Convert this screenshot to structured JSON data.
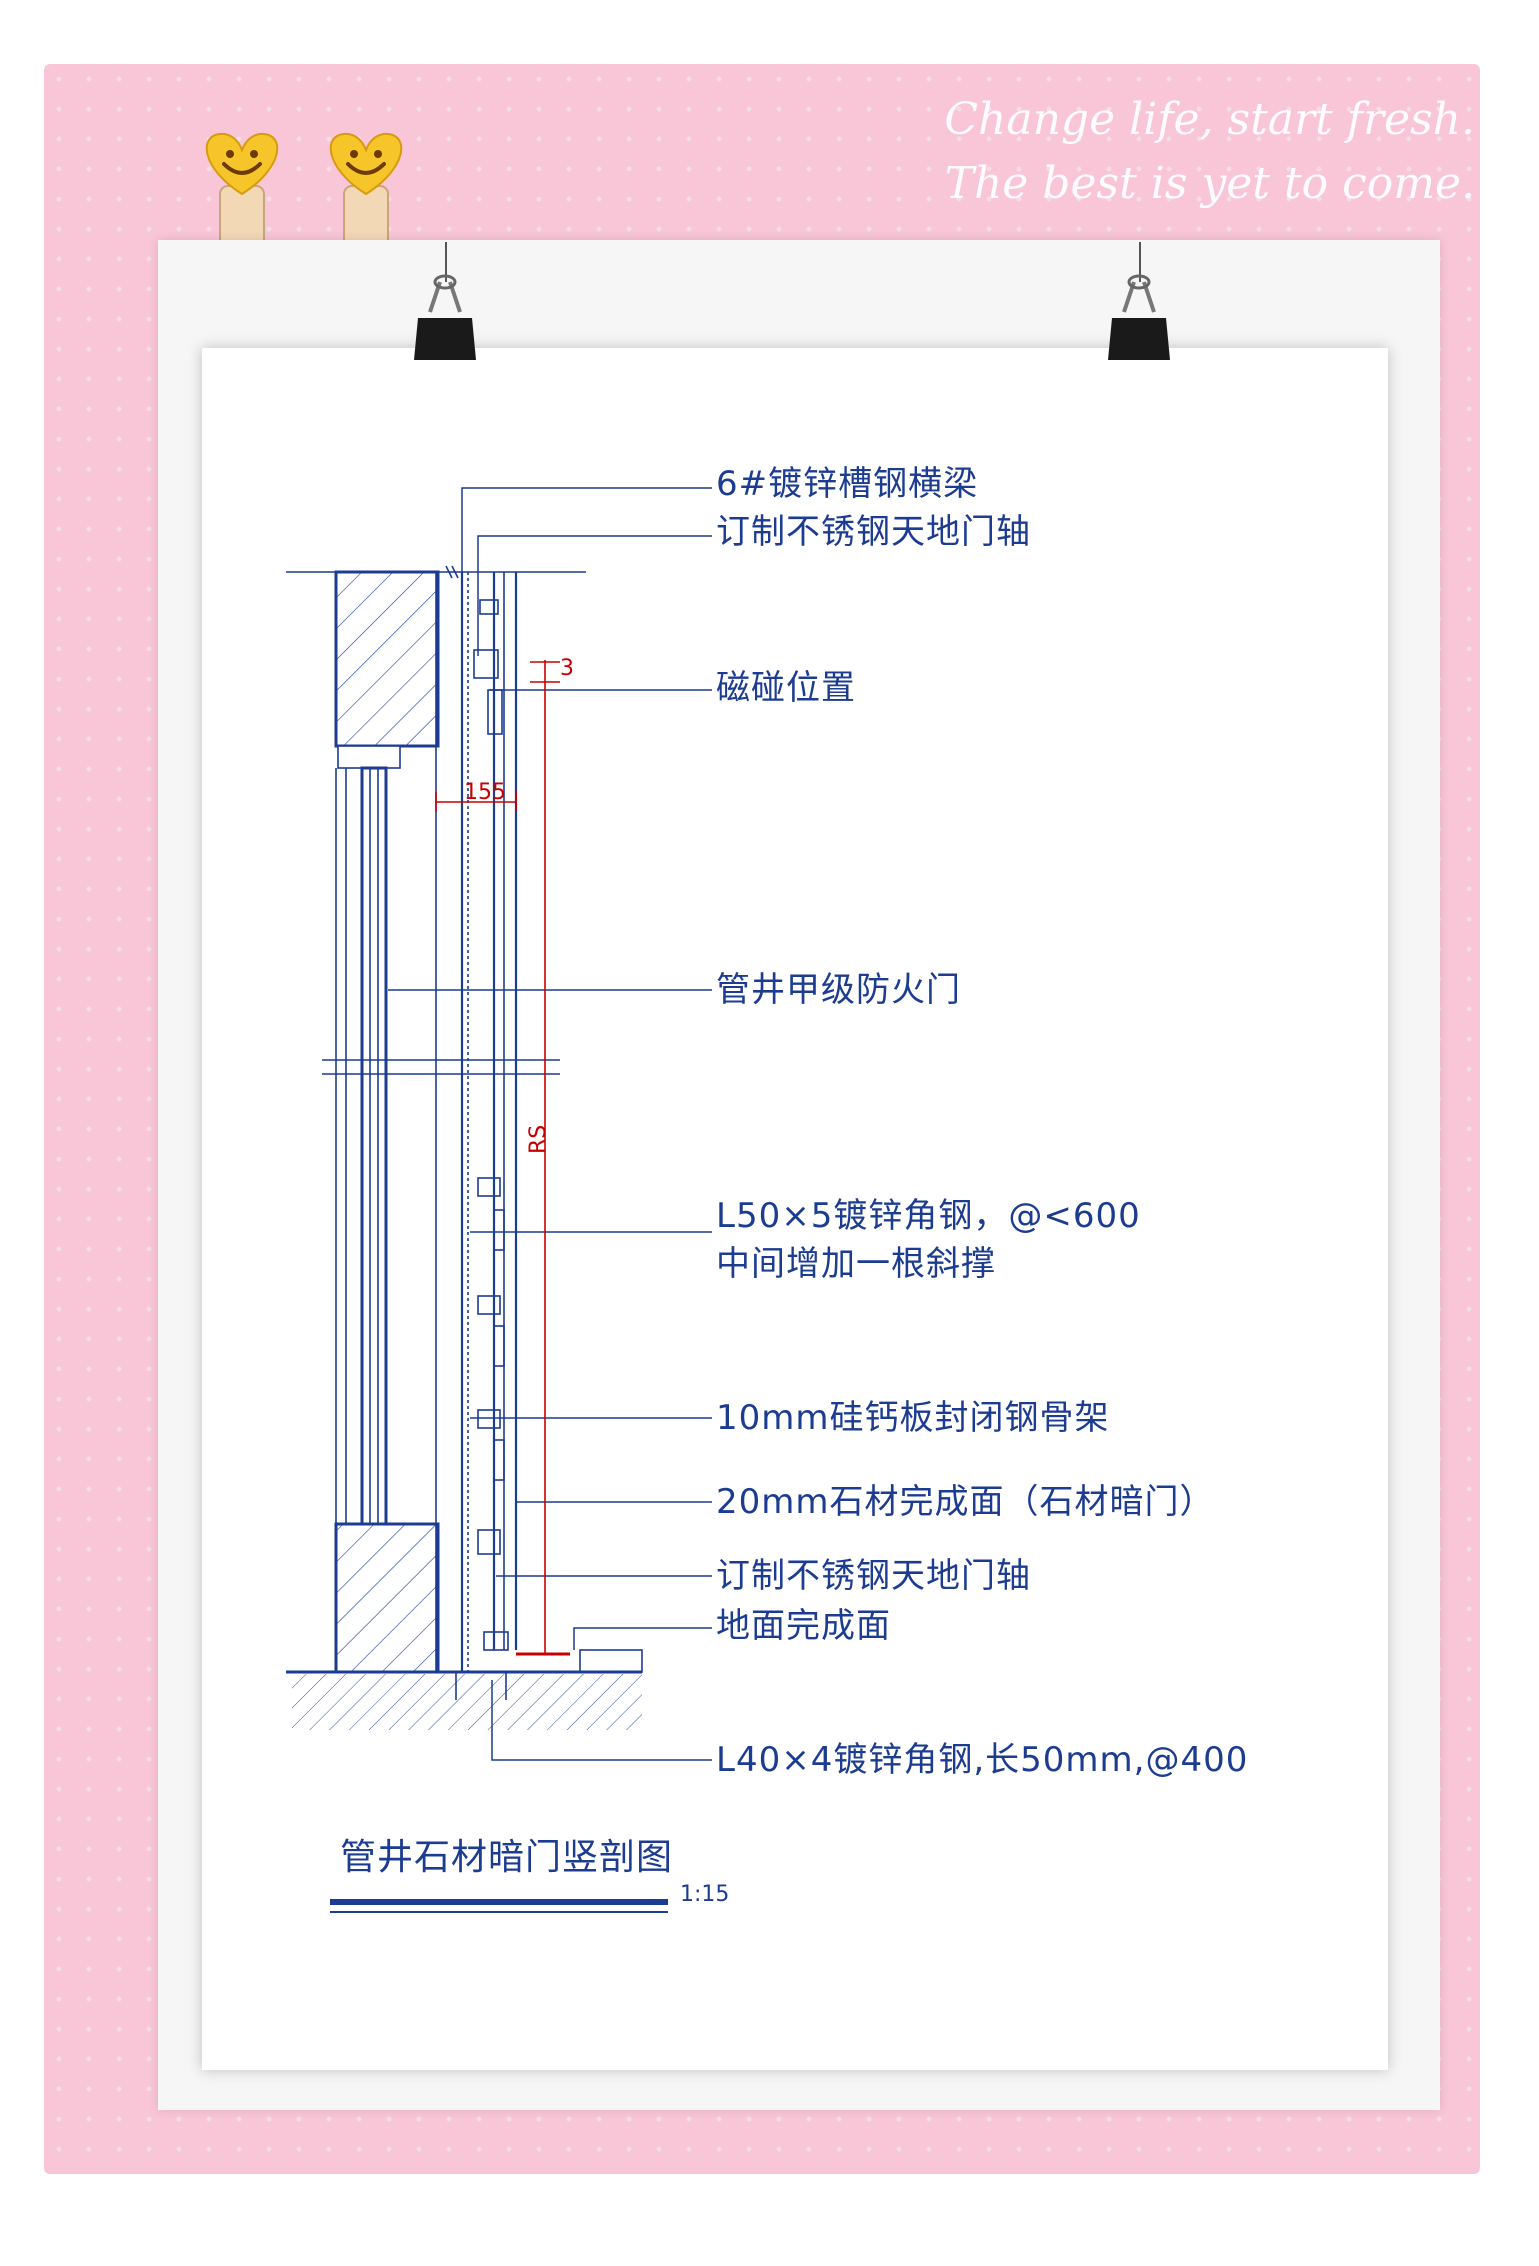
{
  "tagline": [
    "Change life, start fresh.",
    "The best is yet to come."
  ],
  "labels": {
    "channel_beam": "6#镀锌槽钢横梁",
    "door_pivot_top": "订制不锈钢天地门轴",
    "magnet_position": "磁碰位置",
    "fire_door": "管井甲级防火门",
    "angle_steel_50_line1": "L50×5镀锌角钢，@<600",
    "angle_steel_50_line2": "中间增加一根斜撑",
    "calcium_silicate_board": "10mm硅钙板封闭钢骨架",
    "stone_finish": "20mm石材完成面（石材暗门）",
    "door_pivot_bottom": "订制不锈钢天地门轴",
    "floor_finish": "地面完成面",
    "angle_steel_40": "L40×4镀锌角钢,长50mm,@400"
  },
  "dimensions": {
    "top_gap": "3",
    "offset": "155",
    "height": "RS"
  },
  "title": {
    "text": "管井石材暗门竖剖图",
    "scale": "1:15"
  },
  "colors": {
    "line": "#1c3c92",
    "dimension": "#c80000",
    "frame": "#f9c6d8"
  },
  "icons": [
    "smiley-finger-icon",
    "binder-clip-icon"
  ]
}
